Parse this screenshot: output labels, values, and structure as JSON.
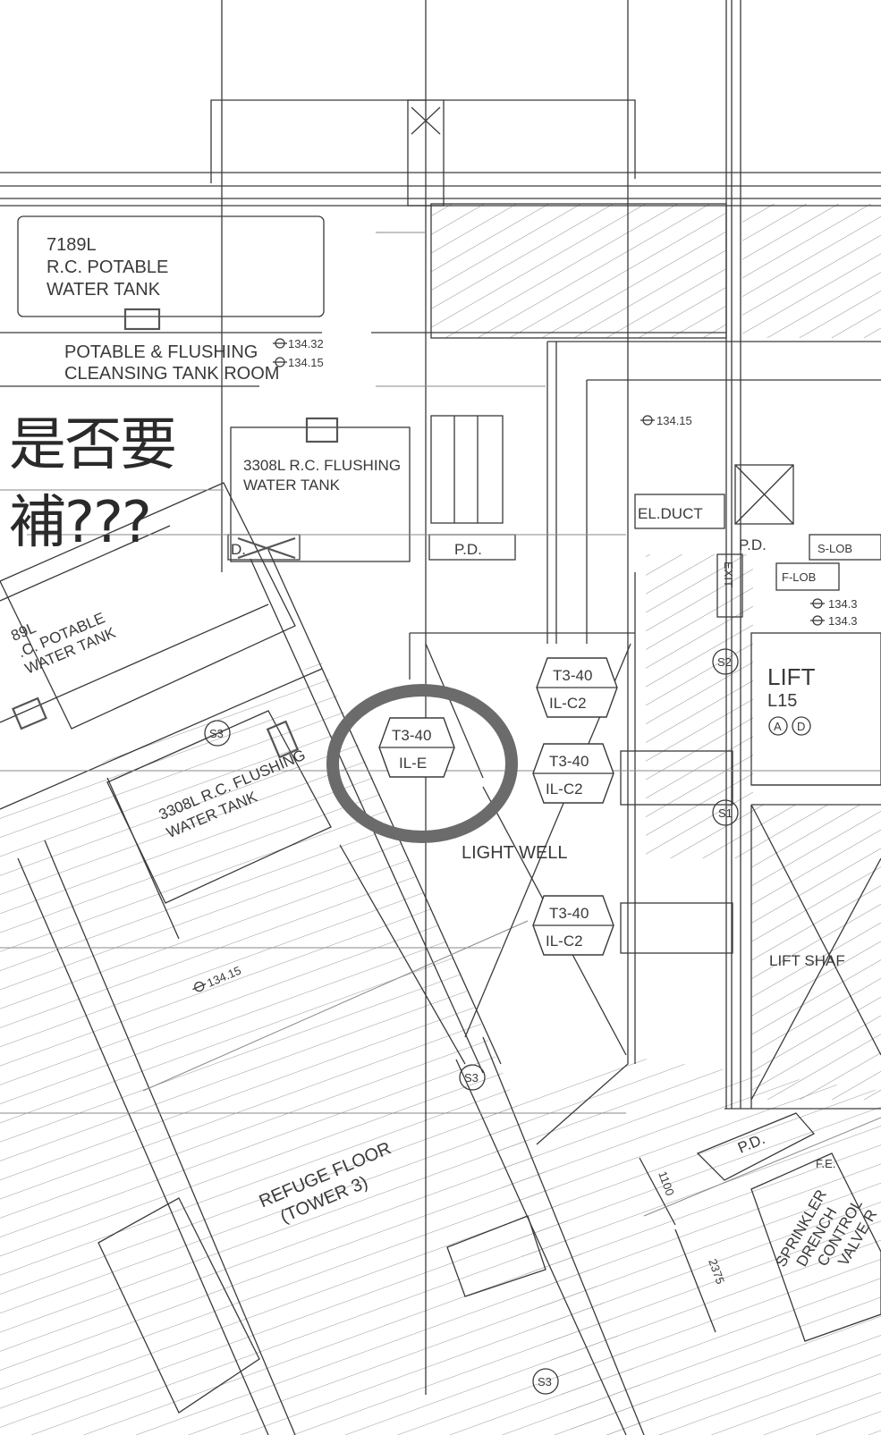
{
  "note": {
    "line1": "是否要",
    "line2": "補???"
  },
  "upper_rooms": {
    "potable_tank": {
      "l1": "7189L",
      "l2": "R.C. POTABLE",
      "l3": "WATER TANK"
    },
    "tank_room": {
      "l1": "POTABLE & FLUSHING",
      "l2": "CLEANSING TANK ROOM"
    },
    "levels": {
      "a": "134.32",
      "b": "134.15",
      "c": "134.15"
    },
    "flushing_tank": {
      "l1": "3308L R.C. FLUSHING",
      "l2": "WATER TANK"
    },
    "pd": "P.D.",
    "pd_partial": "D.",
    "el_duct": "EL.DUCT",
    "right_pd": "P.D.",
    "s_lob": "S-LOB",
    "f_lob": "F-LOB",
    "exit": "EXIT",
    "right_levels": {
      "a": "134.3",
      "b": "134.3"
    },
    "lift": {
      "title": "LIFT",
      "code": "L15",
      "a": "A",
      "d": "D"
    },
    "lift_shaft": "LIFT SHAF"
  },
  "rotated": {
    "potable_tank": {
      "l1": "89L",
      "l2": ".C. POTABLE",
      "l3": "WATER TANK"
    },
    "flushing_tank": {
      "l1": "3308L R.C. FLUSHING",
      "l2": "WATER TANK"
    },
    "level": "134.15",
    "refuge": {
      "l1": "REFUGE FLOOR",
      "l2": "(TOWER 3)"
    },
    "dim_a": "1100",
    "dim_b": "2375",
    "sprinkler": {
      "l1": "SPRINKLER",
      "l2": "DRENCH",
      "l3": "CONTROL",
      "l4": "VALVE R"
    },
    "fe": "F.E.",
    "pd": "P.D."
  },
  "light_well": "LIGHT WELL",
  "tags": {
    "circled": {
      "top": "T3-40",
      "bottom": "IL-E"
    },
    "t1": {
      "top": "T3-40",
      "bottom": "IL-C2"
    },
    "t2": {
      "top": "T3-40",
      "bottom": "IL-C2"
    },
    "t3": {
      "top": "T3-40",
      "bottom": "IL-C2"
    }
  },
  "stairs": {
    "s1": "S1",
    "s2": "S2",
    "s3a": "S3",
    "s3b": "S3",
    "s3c": "S3"
  },
  "markup_color": "#6b6b6b"
}
